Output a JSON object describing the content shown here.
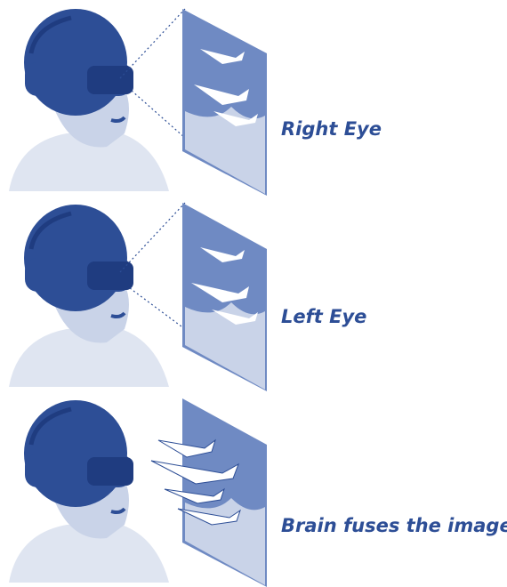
{
  "panels": [
    {
      "caption": "Right Eye"
    },
    {
      "caption": "Left Eye"
    },
    {
      "caption": "Brain fuses the image"
    }
  ],
  "colors": {
    "primary": "#2d4e96",
    "dark": "#1f3c80",
    "light": "#c9d3e8",
    "screen": "#6f8ac3",
    "skin": "#dfe5f1"
  }
}
